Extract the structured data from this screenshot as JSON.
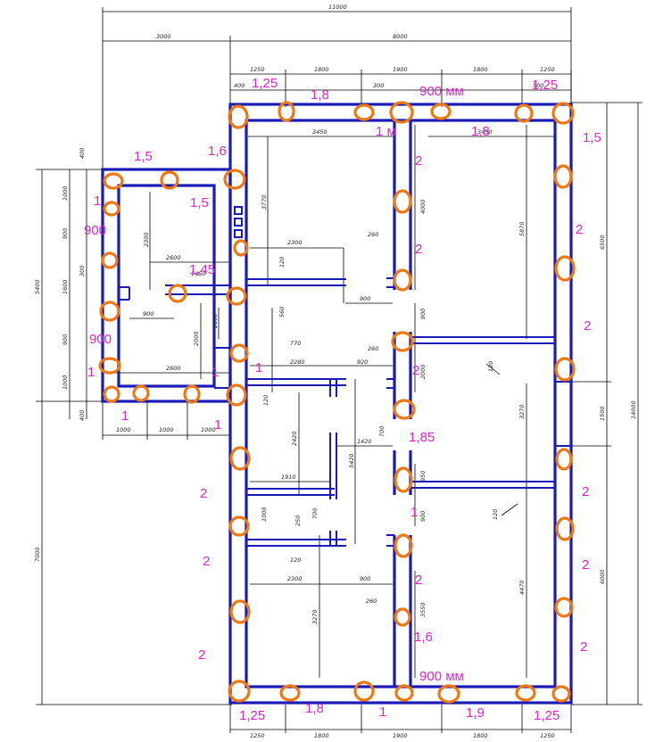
{
  "dimensions": {
    "top_overall": "11000",
    "top_left_section": "3000",
    "top_right_section": "8000",
    "top_segments": [
      "1250",
      "1800",
      "1900",
      "1800",
      "1250"
    ],
    "top_small_a": "400",
    "top_small_b": "300",
    "top_small_c": "500",
    "left_vertical_total": "5400",
    "left_vertical_parts": [
      "400",
      "1000",
      "900",
      "300",
      "1600",
      "900",
      "1000",
      "400"
    ],
    "left_bottom_segments": [
      "1000",
      "1000",
      "1000"
    ],
    "lower_left_vertical": "7000",
    "right_vertical_total": "14000",
    "right_vertical_parts": [
      "6500",
      "1500",
      "6000"
    ],
    "bottom_segments": [
      "1250",
      "1800",
      "1900",
      "1800",
      "1250"
    ],
    "interior": {
      "room_width_top": "3450",
      "room_width_right_top": "3450",
      "height_3770": "3770",
      "height_4000": "4000",
      "height_5870": "5870",
      "width_2300_top": "2300",
      "dim_260_a": "260",
      "dim_120_a": "120",
      "dim_900_a": "900",
      "height_900": "900",
      "height_560": "560",
      "dim_2600_top": "2600",
      "dim_1450": "1450",
      "dim_2300_left": "2300",
      "dim_900_left": "900",
      "dim_2000": "2000",
      "dim_2100": "2100",
      "dim_770": "770",
      "dim_2280": "2280",
      "dim_920": "920",
      "dim_260_b": "260",
      "dim_2600_bottom": "2600",
      "dim_2000_right": "2000",
      "dim_120_b": "120",
      "dim_3270": "3270",
      "dim_120_c": "120",
      "dim_2420": "2420",
      "dim_1420": "1420",
      "dim_5420": "5420",
      "dim_700": "700",
      "dim_1910": "1910",
      "dim_950": "950",
      "dim_1000": "1000",
      "dim_250": "250",
      "dim_700_b": "700",
      "dim_120_d": "120",
      "dim_900_b": "900",
      "dim_2300_bottom": "2300",
      "dim_900_c": "900",
      "dim_260_c": "260",
      "dim_3270_b": "3270",
      "dim_3550": "3550",
      "dim_4470": "4470",
      "dim_120_e": "120"
    }
  },
  "annotations": [
    {
      "id": "a1",
      "text": "1,25"
    },
    {
      "id": "a2",
      "text": "1,8"
    },
    {
      "id": "a3",
      "text": "900 мм"
    },
    {
      "id": "a4",
      "text": "1,25"
    },
    {
      "id": "a5",
      "text": "1 м"
    },
    {
      "id": "a6",
      "text": "1,8"
    },
    {
      "id": "a7",
      "text": "1,5"
    },
    {
      "id": "a8",
      "text": "1,5"
    },
    {
      "id": "a9",
      "text": "1,6"
    },
    {
      "id": "a10",
      "text": "1"
    },
    {
      "id": "a11",
      "text": "1,5"
    },
    {
      "id": "a12",
      "text": "2"
    },
    {
      "id": "a13",
      "text": "900"
    },
    {
      "id": "a14",
      "text": "2"
    },
    {
      "id": "a15",
      "text": "2"
    },
    {
      "id": "a16",
      "text": "1,45"
    },
    {
      "id": "a17",
      "text": "2"
    },
    {
      "id": "a18",
      "text": "900"
    },
    {
      "id": "a19",
      "text": "1"
    },
    {
      "id": "a20",
      "text": "1"
    },
    {
      "id": "a21",
      "text": "1"
    },
    {
      "id": "a22",
      "text": "2"
    },
    {
      "id": "a23",
      "text": "1"
    },
    {
      "id": "a24",
      "text": "1"
    },
    {
      "id": "a25",
      "text": "1,85"
    },
    {
      "id": "a26",
      "text": "2"
    },
    {
      "id": "a27",
      "text": "2"
    },
    {
      "id": "a28",
      "text": "1"
    },
    {
      "id": "a29",
      "text": "2"
    },
    {
      "id": "a30",
      "text": "2"
    },
    {
      "id": "a31",
      "text": "2"
    },
    {
      "id": "a32",
      "text": "1,6"
    },
    {
      "id": "a33",
      "text": "2"
    },
    {
      "id": "a34",
      "text": "2"
    },
    {
      "id": "a35",
      "text": "900 мм"
    },
    {
      "id": "a36",
      "text": "1,25"
    },
    {
      "id": "a37",
      "text": "1,8"
    },
    {
      "id": "a38",
      "text": "1"
    },
    {
      "id": "a39",
      "text": "1,9"
    },
    {
      "id": "a40",
      "text": "1,25"
    }
  ],
  "colors": {
    "wall": "#1a1ab8",
    "pier_marker": "#f07810",
    "annotation": "#e026c8",
    "dimension": "#000000"
  }
}
